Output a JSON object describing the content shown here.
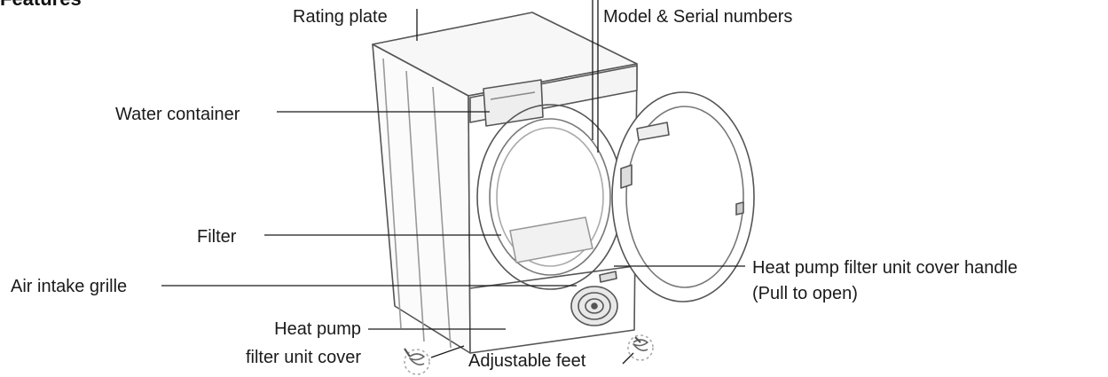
{
  "heading": "Features",
  "labels": {
    "rating_plate": "Rating plate",
    "model_serial": "Model & Serial numbers",
    "water_container": "Water container",
    "filter": "Filter",
    "air_intake_grille": "Air intake grille",
    "heat_pump_cover_handle": "Heat pump filter unit cover handle",
    "heat_pump_cover_handle_note": "(Pull to open)",
    "heat_pump_cover_line1": "Heat pump",
    "heat_pump_cover_line2": "filter unit cover",
    "adjustable_feet": "Adjustable feet"
  },
  "colors": {
    "line": "#1a1a1a",
    "machine": "#555555",
    "background": "#ffffff"
  }
}
